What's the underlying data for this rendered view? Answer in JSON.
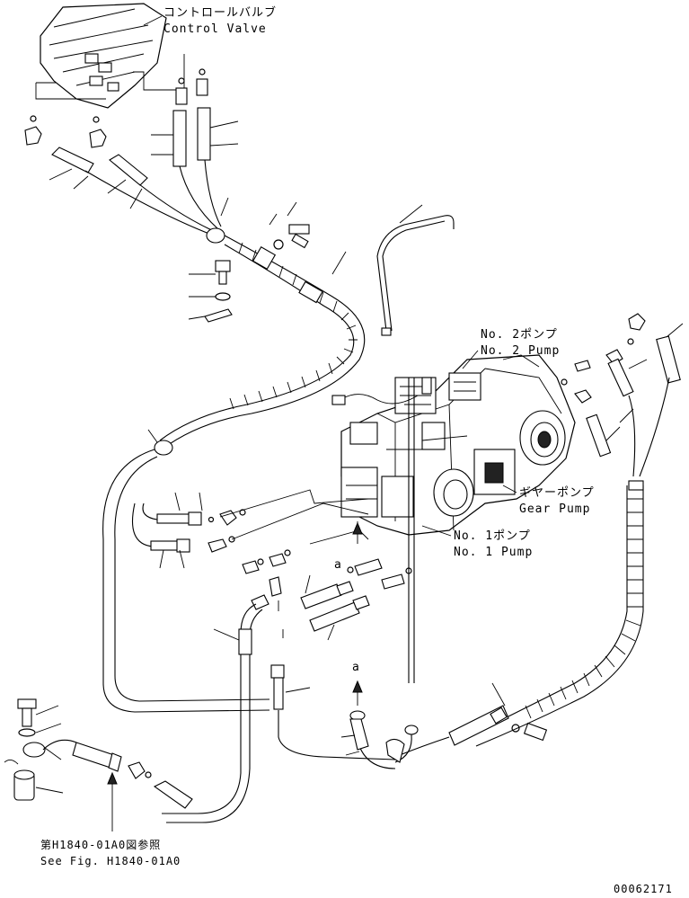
{
  "labels": {
    "control_valve_jp": "コントロールバルブ",
    "control_valve_en": "Control Valve",
    "no2_pump_jp": "No. 2ポンプ",
    "no2_pump_en": "No. 2 Pump",
    "gear_pump_jp": "ギヤーポンプ",
    "gear_pump_en": "Gear Pump",
    "no1_pump_jp": "No. 1ポンプ",
    "no1_pump_en": "No. 1 Pump",
    "ref_jp": "第H1840-01A0図参照",
    "ref_en": "See Fig. H1840-01A0",
    "marker_a1": "a",
    "marker_a2": "a",
    "drawing_number": "00062171"
  }
}
